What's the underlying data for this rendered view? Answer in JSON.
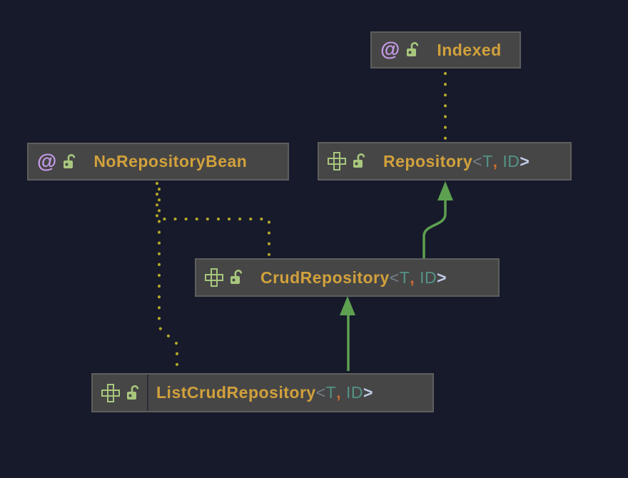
{
  "diagram_type": "uml-class-diagram",
  "colors": {
    "canvas_bg": "#171a2b",
    "node_bg": "#464646",
    "node_border": "#5e5e5e",
    "label_gold": "#d2a13c",
    "generic_type_teal": "#549286",
    "generic_open_bracket_gray": "#75808a",
    "generic_close_bracket_blue": "#c3cdeb",
    "generic_comma_orange": "#cf6a31",
    "annotation_at_purple": "#c79bea",
    "icon_green": "#a8c77d",
    "edge_dotted_yellow": "#b3a929",
    "edge_solid_green": "#5da050"
  },
  "icons": {
    "annotation_glyph": "@"
  },
  "nodes": [
    {
      "id": "indexed",
      "kind": "annotation",
      "label": "Indexed"
    },
    {
      "id": "no-repository-bean",
      "kind": "annotation",
      "label": "NoRepositoryBean"
    },
    {
      "id": "repository",
      "kind": "interface",
      "label": "Repository",
      "type_params": {
        "open": "<",
        "t": "T",
        "sep": ", ",
        "id": "ID",
        "close": ">"
      }
    },
    {
      "id": "crud-repository",
      "kind": "interface",
      "label": "CrudRepository",
      "type_params": {
        "open": "<",
        "t": "T",
        "sep": ", ",
        "id": "ID",
        "close": ">"
      }
    },
    {
      "id": "list-crud-repository",
      "kind": "interface",
      "label": "ListCrudRepository",
      "type_params": {
        "open": "<",
        "t": "T",
        "sep": ", ",
        "id": "ID",
        "close": ">"
      }
    }
  ],
  "edges": [
    {
      "from": "indexed",
      "to": "repository",
      "style": "dotted-yellow"
    },
    {
      "from": "no-repository-bean",
      "to": "crud-repository",
      "style": "dotted-yellow"
    },
    {
      "from": "no-repository-bean",
      "to": "list-crud-repository",
      "style": "dotted-yellow"
    },
    {
      "from": "crud-repository",
      "to": "repository",
      "style": "solid-green-arrow"
    },
    {
      "from": "list-crud-repository",
      "to": "crud-repository",
      "style": "solid-green-arrow"
    }
  ]
}
